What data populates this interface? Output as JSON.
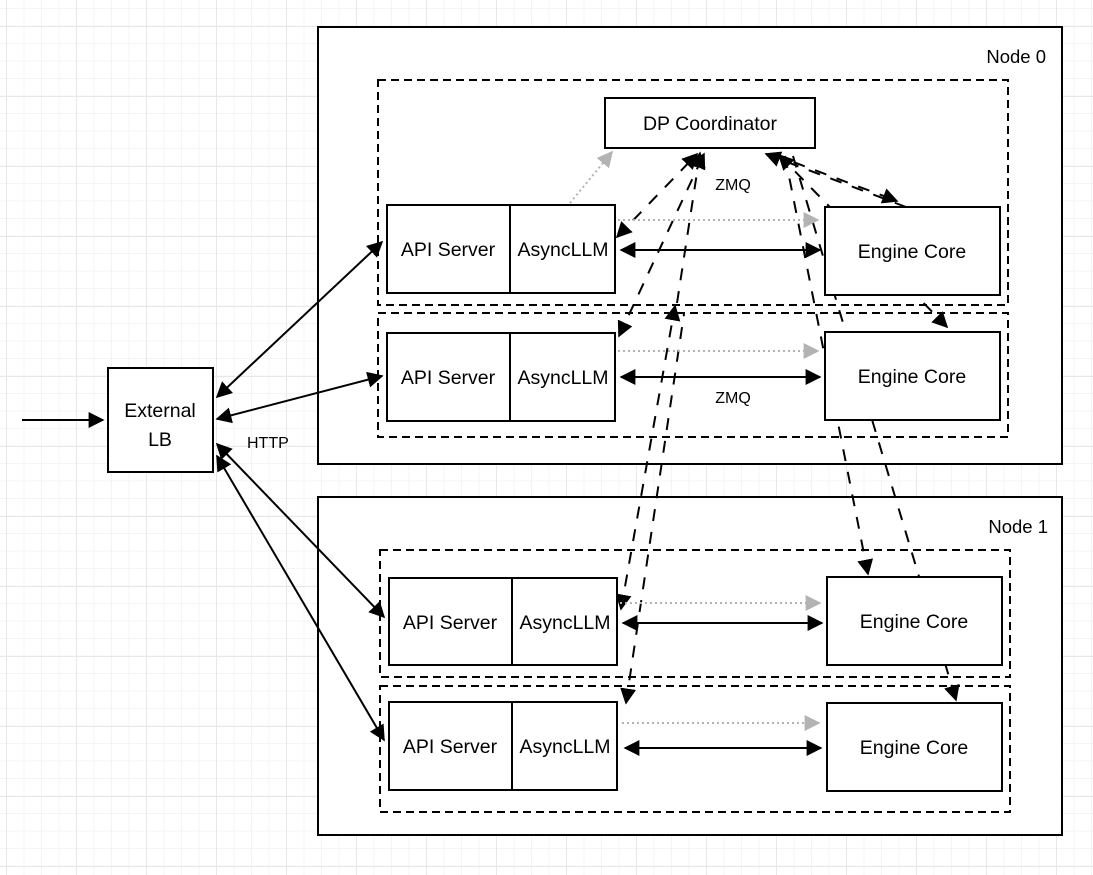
{
  "diagram": {
    "node0_title": "Node 0",
    "node1_title": "Node 1",
    "boxes": {
      "dp_coordinator": "DP Coordinator",
      "api_server": "API Server",
      "async_llm": "AsyncLLM",
      "engine_core": "Engine Core",
      "external_lb_line1": "External",
      "external_lb_line2": "LB"
    },
    "edge_labels": {
      "http": "HTTP",
      "zmq_coordinator": "ZMQ",
      "zmq_engine": "ZMQ"
    },
    "colors": {
      "line": "#000000",
      "secondary_arrow": "#b3b3b3",
      "box_fill": "#ffffff",
      "box_border": "#000000",
      "grid_minor": "#f4f4f7",
      "grid_major": "#e8e8ec",
      "background": "#ffffff"
    }
  }
}
